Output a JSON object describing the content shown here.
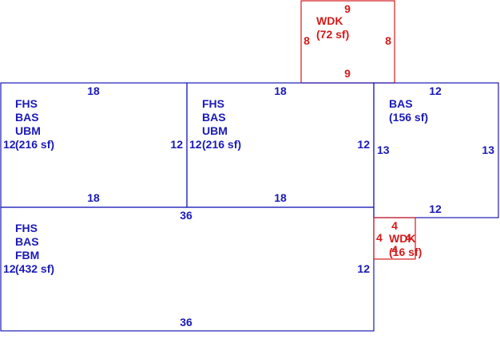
{
  "colors": {
    "primary": "#1a1ab8",
    "deck": "#d41a1a"
  },
  "areas": [
    {
      "id": "wdk-top",
      "lines": [
        "WDK",
        "(72 sf)"
      ],
      "dims": [
        "9",
        "8",
        "8",
        "9"
      ]
    },
    {
      "id": "sec-a",
      "lines": [
        "FHS",
        "BAS",
        "UBM",
        "(216 sf)"
      ],
      "dims": [
        "18",
        "12",
        "12",
        "18"
      ]
    },
    {
      "id": "sec-b",
      "lines": [
        "FHS",
        "BAS",
        "UBM",
        "(216 sf)"
      ],
      "dims": [
        "18",
        "12",
        "12",
        "18"
      ]
    },
    {
      "id": "sec-c",
      "lines": [
        "BAS",
        "(156 sf)"
      ],
      "dims": [
        "12",
        "13",
        "13",
        "12"
      ]
    },
    {
      "id": "sec-d",
      "lines": [
        "FHS",
        "BAS",
        "FBM",
        "(432 sf)"
      ],
      "dims": [
        "36",
        "12",
        "12",
        "36"
      ]
    },
    {
      "id": "wdk-small",
      "lines": [
        "WDK",
        "(16 sf)"
      ],
      "dims": [
        "4",
        "4",
        "4",
        "4"
      ]
    }
  ]
}
